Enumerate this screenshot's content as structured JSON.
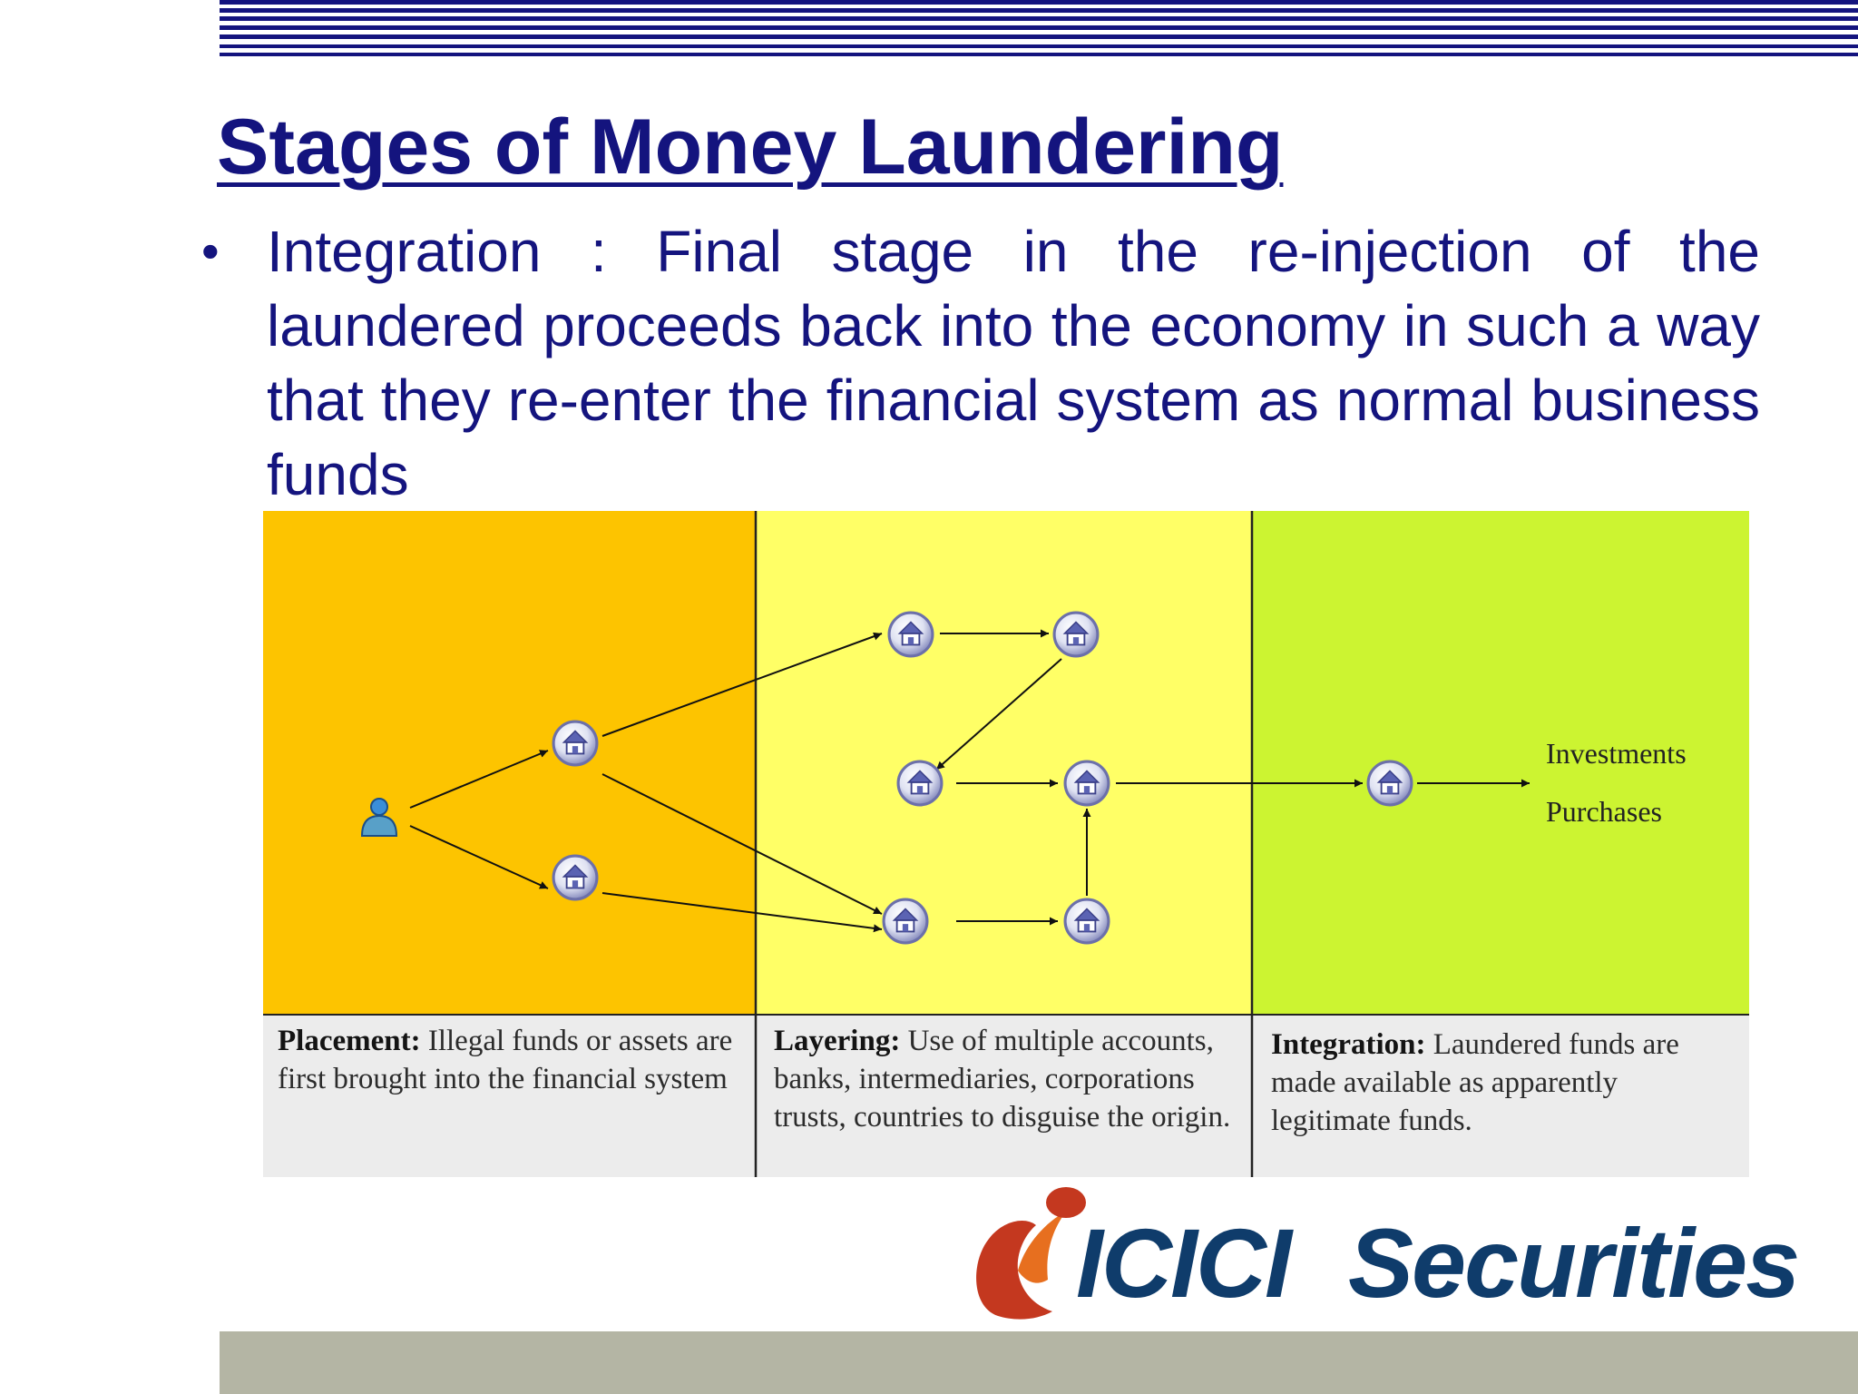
{
  "slide": {
    "title": "Stages of Money Laundering",
    "bullet_symbol": "•",
    "bullet": "Integration : Final stage in the re-injection of the laundered proceeds back into the economy in such a way that they re-enter the financial system as normal business funds"
  },
  "diagram": {
    "panel_colors": {
      "placement": "#fdc400",
      "layering": "#ffff66",
      "integration": "#ccf431",
      "captions": "#ececec"
    },
    "outputs": [
      "Investments",
      "Purchases"
    ],
    "stages": [
      {
        "name": "Placement:",
        "text": " Illegal funds or assets are first brought into the financial system"
      },
      {
        "name": "Layering:",
        "text": " Use of multiple accounts, banks, intermediaries, corporations trusts, countries to disguise the origin."
      },
      {
        "name": "Integration:",
        "text": " Laundered funds are made available as apparently legitimate funds."
      }
    ],
    "icons": {
      "person": "person-icon",
      "node": "bank-icon"
    }
  },
  "logo": {
    "brand": "ICICI",
    "suffix": "Securities"
  }
}
